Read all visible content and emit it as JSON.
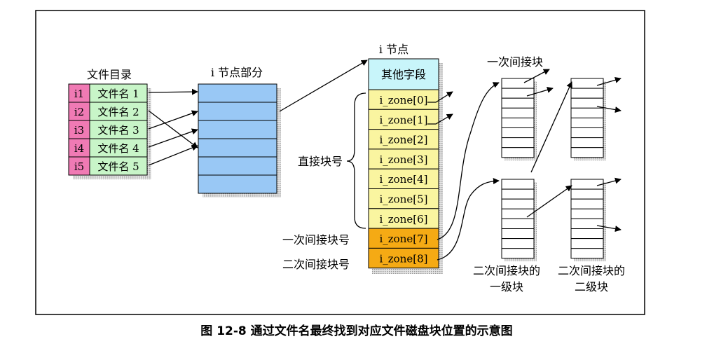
{
  "caption": "图 12-8 通过文件名最终找到对应文件磁盘块位置的示意图",
  "directory": {
    "label": "文件目录",
    "entries": [
      {
        "inode": "i1",
        "name": "文件名 1"
      },
      {
        "inode": "i2",
        "name": "文件名 2"
      },
      {
        "inode": "i3",
        "name": "文件名 3"
      },
      {
        "inode": "i4",
        "name": "文件名 4"
      },
      {
        "inode": "i5",
        "name": "文件名 5"
      }
    ]
  },
  "inode_section": {
    "label": "i 节点部分"
  },
  "inode": {
    "label": "i 节点",
    "header": "其他字段",
    "zones": [
      "i_zone[0]",
      "i_zone[1]",
      "i_zone[2]",
      "i_zone[3]",
      "i_zone[4]",
      "i_zone[5]",
      "i_zone[6]",
      "i_zone[7]",
      "i_zone[8]"
    ]
  },
  "labels": {
    "direct": "直接块号",
    "single_indirect": "一次间接块号",
    "double_indirect": "二次间接块号",
    "single_block": "一次间接块",
    "double_level1": [
      "二次间接块的",
      "一级块"
    ],
    "double_level2": [
      "二次间接块的",
      "二级块"
    ]
  },
  "colors": {
    "inode_id": "#f07ab4",
    "file_name": "#c8f5c8",
    "inode_section": "#99c8f5",
    "header": "#c8f5fa",
    "zone": "#faf5a0",
    "zone_indirect": "#f5aa14",
    "shadow": "#b4b4b4",
    "block": "#ffffff"
  }
}
